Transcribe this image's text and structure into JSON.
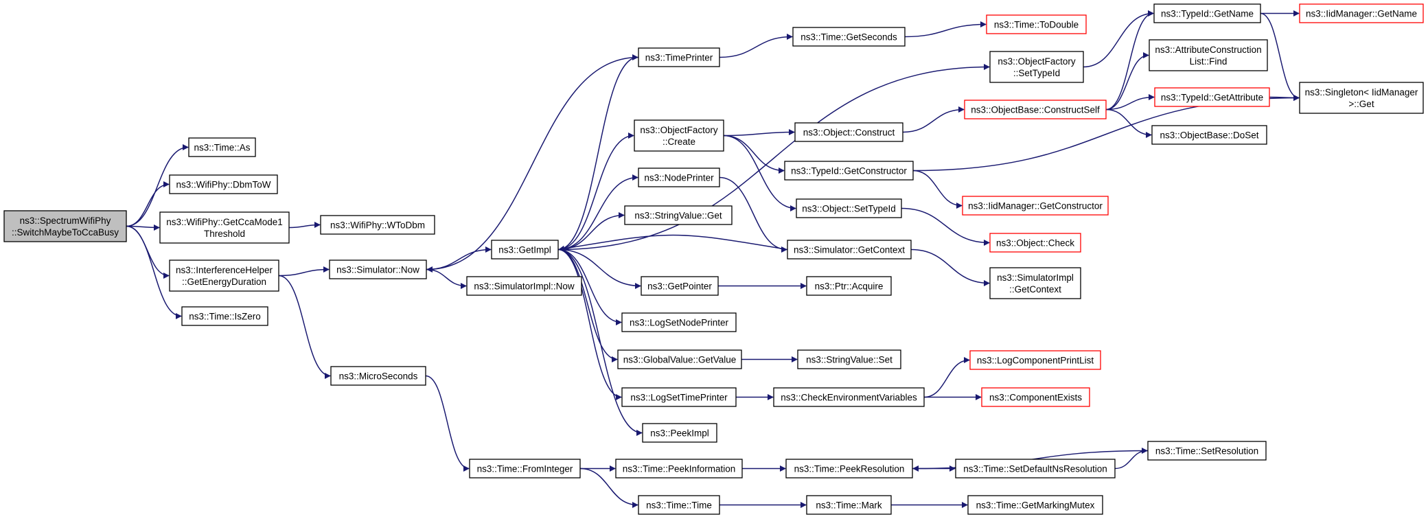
{
  "colors": {
    "edge": "#191970",
    "node_border": "#000000",
    "highlight_border": "#ff0000",
    "root_fill": "#bfbfbf",
    "node_fill": "#ffffff"
  },
  "nodes": [
    {
      "id": "root",
      "lines": [
        "ns3::SpectrumWifiPhy",
        "::SwitchMaybeToCcaBusy"
      ],
      "style": "root"
    },
    {
      "id": "time_as",
      "lines": [
        "ns3::Time::As"
      ],
      "style": "normal"
    },
    {
      "id": "dbmtow",
      "lines": [
        "ns3::WifiPhy::DbmToW"
      ],
      "style": "normal"
    },
    {
      "id": "getccamode1",
      "lines": [
        "ns3::WifiPhy::GetCcaMode1",
        "Threshold"
      ],
      "style": "normal"
    },
    {
      "id": "wtodbm",
      "lines": [
        "ns3::WifiPhy::WToDbm"
      ],
      "style": "normal"
    },
    {
      "id": "ih_getenergy",
      "lines": [
        "ns3::InterferenceHelper",
        "::GetEnergyDuration"
      ],
      "style": "normal"
    },
    {
      "id": "time_iszero",
      "lines": [
        "ns3::Time::IsZero"
      ],
      "style": "normal"
    },
    {
      "id": "sim_now",
      "lines": [
        "ns3::Simulator::Now"
      ],
      "style": "normal"
    },
    {
      "id": "microseconds",
      "lines": [
        "ns3::MicroSeconds"
      ],
      "style": "normal"
    },
    {
      "id": "getimpl",
      "lines": [
        "ns3::GetImpl"
      ],
      "style": "normal"
    },
    {
      "id": "simimpl_now",
      "lines": [
        "ns3::SimulatorImpl::Now"
      ],
      "style": "normal"
    },
    {
      "id": "fromint",
      "lines": [
        "ns3::Time::FromInteger"
      ],
      "style": "normal"
    },
    {
      "id": "timeprinter",
      "lines": [
        "ns3::TimePrinter"
      ],
      "style": "normal"
    },
    {
      "id": "of_create",
      "lines": [
        "ns3::ObjectFactory",
        "::Create"
      ],
      "style": "normal"
    },
    {
      "id": "nodeprinter",
      "lines": [
        "ns3::NodePrinter"
      ],
      "style": "normal"
    },
    {
      "id": "strval_get",
      "lines": [
        "ns3::StringValue::Get"
      ],
      "style": "normal"
    },
    {
      "id": "getpointer",
      "lines": [
        "ns3::GetPointer"
      ],
      "style": "normal"
    },
    {
      "id": "logsetnode",
      "lines": [
        "ns3::LogSetNodePrinter"
      ],
      "style": "normal"
    },
    {
      "id": "gv_getvalue",
      "lines": [
        "ns3::GlobalValue::GetValue"
      ],
      "style": "normal"
    },
    {
      "id": "logsettime",
      "lines": [
        "ns3::LogSetTimePrinter"
      ],
      "style": "normal"
    },
    {
      "id": "peekimpl",
      "lines": [
        "ns3::PeekImpl"
      ],
      "style": "normal"
    },
    {
      "id": "peekinfo",
      "lines": [
        "ns3::Time::PeekInformation"
      ],
      "style": "normal"
    },
    {
      "id": "time_time",
      "lines": [
        "ns3::Time::Time"
      ],
      "style": "normal"
    },
    {
      "id": "getseconds",
      "lines": [
        "ns3::Time::GetSeconds"
      ],
      "style": "normal"
    },
    {
      "id": "todouble",
      "lines": [
        "ns3::Time::ToDouble"
      ],
      "style": "red"
    },
    {
      "id": "obj_construct",
      "lines": [
        "ns3::Object::Construct"
      ],
      "style": "normal"
    },
    {
      "id": "typeid_getctor",
      "lines": [
        "ns3::TypeId::GetConstructor"
      ],
      "style": "normal"
    },
    {
      "id": "obj_settypeid",
      "lines": [
        "ns3::Object::SetTypeId"
      ],
      "style": "normal"
    },
    {
      "id": "sim_getcontext",
      "lines": [
        "ns3::Simulator::GetContext"
      ],
      "style": "normal"
    },
    {
      "id": "ptr_acquire",
      "lines": [
        "ns3::Ptr::Acquire"
      ],
      "style": "normal"
    },
    {
      "id": "strval_set",
      "lines": [
        "ns3::StringValue::Set"
      ],
      "style": "normal"
    },
    {
      "id": "checkenv",
      "lines": [
        "ns3::CheckEnvironmentVariables"
      ],
      "style": "normal"
    },
    {
      "id": "peekres",
      "lines": [
        "ns3::Time::PeekResolution"
      ],
      "style": "normal"
    },
    {
      "id": "time_mark",
      "lines": [
        "ns3::Time::Mark"
      ],
      "style": "normal"
    },
    {
      "id": "of_settypeid",
      "lines": [
        "ns3::ObjectFactory",
        "::SetTypeId"
      ],
      "style": "normal"
    },
    {
      "id": "ob_constructself",
      "lines": [
        "ns3::ObjectBase::ConstructSelf"
      ],
      "style": "red"
    },
    {
      "id": "iid_getctor",
      "lines": [
        "ns3::IidManager::GetConstructor"
      ],
      "style": "red"
    },
    {
      "id": "obj_check",
      "lines": [
        "ns3::Object::Check"
      ],
      "style": "red"
    },
    {
      "id": "simimpl_getcontext",
      "lines": [
        "ns3::SimulatorImpl",
        "::GetContext"
      ],
      "style": "normal"
    },
    {
      "id": "logcomplist",
      "lines": [
        "ns3::LogComponentPrintList"
      ],
      "style": "red"
    },
    {
      "id": "compexists",
      "lines": [
        "ns3::ComponentExists"
      ],
      "style": "red"
    },
    {
      "id": "setdefaultns",
      "lines": [
        "ns3::Time::SetDefaultNsResolution"
      ],
      "style": "normal"
    },
    {
      "id": "getmarkingmutex",
      "lines": [
        "ns3::Time::GetMarkingMutex"
      ],
      "style": "normal"
    },
    {
      "id": "typeid_getname",
      "lines": [
        "ns3::TypeId::GetName"
      ],
      "style": "normal"
    },
    {
      "id": "attrconstruct",
      "lines": [
        "ns3::AttributeConstruction",
        "List::Find"
      ],
      "style": "normal"
    },
    {
      "id": "typeid_getattr",
      "lines": [
        "ns3::TypeId::GetAttribute"
      ],
      "style": "red"
    },
    {
      "id": "ob_doset",
      "lines": [
        "ns3::ObjectBase::DoSet"
      ],
      "style": "normal"
    },
    {
      "id": "setresolution",
      "lines": [
        "ns3::Time::SetResolution"
      ],
      "style": "normal"
    },
    {
      "id": "iid_getname",
      "lines": [
        "ns3::IidManager::GetName"
      ],
      "style": "red"
    },
    {
      "id": "singleton_get",
      "lines": [
        "ns3::Singleton< IidManager",
        " >::Get"
      ],
      "style": "normal"
    }
  ],
  "edges": [
    [
      "root",
      "time_as"
    ],
    [
      "root",
      "dbmtow"
    ],
    [
      "root",
      "getccamode1"
    ],
    [
      "root",
      "ih_getenergy"
    ],
    [
      "root",
      "time_iszero"
    ],
    [
      "getccamode1",
      "wtodbm"
    ],
    [
      "ih_getenergy",
      "sim_now"
    ],
    [
      "ih_getenergy",
      "microseconds"
    ],
    [
      "sim_now",
      "getimpl"
    ],
    [
      "sim_now",
      "simimpl_now"
    ],
    [
      "microseconds",
      "fromint"
    ],
    [
      "getimpl",
      "timeprinter"
    ],
    [
      "getimpl",
      "of_settypeid"
    ],
    [
      "getimpl",
      "of_create"
    ],
    [
      "getimpl",
      "nodeprinter"
    ],
    [
      "getimpl",
      "strval_get"
    ],
    [
      "getimpl",
      "getpointer"
    ],
    [
      "getimpl",
      "logsetnode"
    ],
    [
      "getimpl",
      "gv_getvalue"
    ],
    [
      "getimpl",
      "logsettime"
    ],
    [
      "getimpl",
      "peekimpl"
    ],
    [
      "timeprinter",
      "sim_now"
    ],
    [
      "timeprinter",
      "getseconds"
    ],
    [
      "getseconds",
      "todouble"
    ],
    [
      "of_create",
      "obj_construct"
    ],
    [
      "of_create",
      "typeid_getctor"
    ],
    [
      "of_create",
      "obj_settypeid"
    ],
    [
      "nodeprinter",
      "sim_getcontext"
    ],
    [
      "sim_getcontext",
      "getimpl"
    ],
    [
      "sim_getcontext",
      "simimpl_getcontext"
    ],
    [
      "getpointer",
      "ptr_acquire"
    ],
    [
      "gv_getvalue",
      "strval_set"
    ],
    [
      "logsettime",
      "checkenv"
    ],
    [
      "checkenv",
      "logcomplist"
    ],
    [
      "checkenv",
      "compexists"
    ],
    [
      "fromint",
      "peekinfo"
    ],
    [
      "fromint",
      "time_time"
    ],
    [
      "peekinfo",
      "peekres"
    ],
    [
      "peekres",
      "setdefaultns"
    ],
    [
      "setdefaultns",
      "setresolution"
    ],
    [
      "setresolution",
      "peekres"
    ],
    [
      "time_time",
      "time_mark"
    ],
    [
      "time_mark",
      "getmarkingmutex"
    ],
    [
      "obj_construct",
      "ob_constructself"
    ],
    [
      "typeid_getctor",
      "iid_getctor"
    ],
    [
      "typeid_getctor",
      "singleton_get"
    ],
    [
      "obj_settypeid",
      "obj_check"
    ],
    [
      "of_settypeid",
      "typeid_getname"
    ],
    [
      "ob_constructself",
      "typeid_getname"
    ],
    [
      "ob_constructself",
      "attrconstruct"
    ],
    [
      "ob_constructself",
      "typeid_getattr"
    ],
    [
      "ob_constructself",
      "ob_doset"
    ],
    [
      "typeid_getname",
      "iid_getname"
    ],
    [
      "typeid_getname",
      "singleton_get"
    ],
    [
      "typeid_getattr",
      "singleton_get"
    ]
  ]
}
